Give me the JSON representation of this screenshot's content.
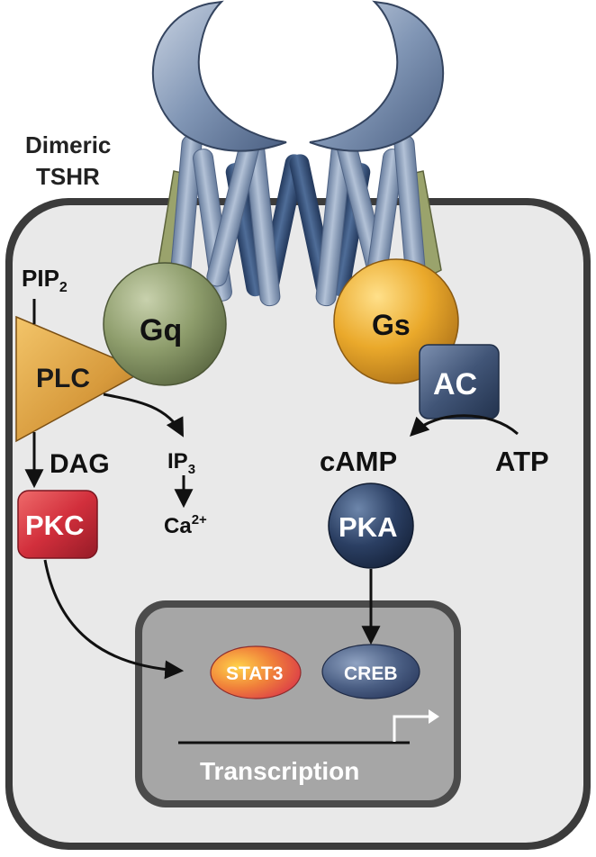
{
  "receptor": {
    "label_line1": "Dimeric",
    "label_line2": "TSHR"
  },
  "g_proteins": {
    "gq": "Gq",
    "gs": "Gs"
  },
  "left_pathway": {
    "pip2": "PIP",
    "pip2_sub": "2",
    "plc": "PLC",
    "dag": "DAG",
    "ip3": "IP",
    "ip3_sub": "3",
    "ca": "Ca",
    "ca_sup": "2+",
    "pkc": "PKC"
  },
  "right_pathway": {
    "ac": "AC",
    "camp": "cAMP",
    "atp": "ATP",
    "pka": "PKA"
  },
  "nucleus": {
    "stat3": "STAT3",
    "creb": "CREB",
    "transcription": "Transcription"
  },
  "colors": {
    "cell_fill": "#e8e8e8",
    "cell_border": "#4a4a4a",
    "nucleus_fill": "#a5a5a5",
    "gq": "#8a9a68",
    "gs": "#e7a92a",
    "plc": "#d99a3a",
    "pkc": "#d4313d",
    "ac": "#3c4e6c",
    "pka": "#27395a",
    "helix_light": "#8ea2be",
    "helix_dark": "#3a5580"
  }
}
